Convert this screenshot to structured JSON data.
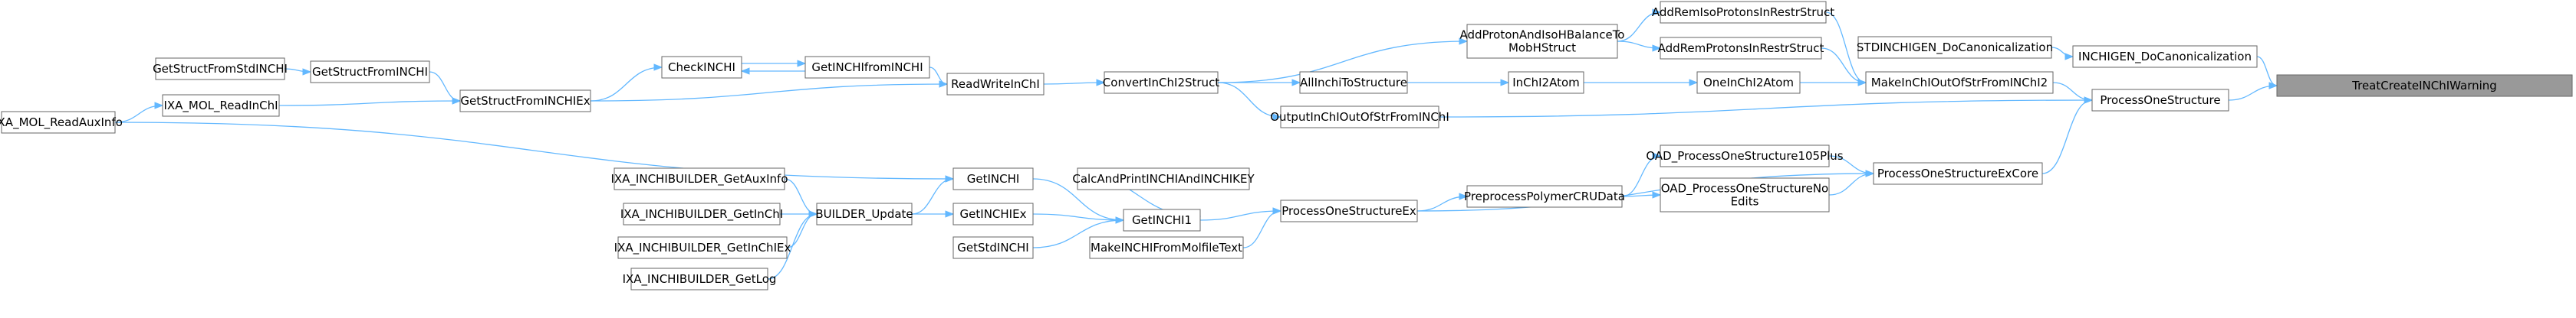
{
  "graph": {
    "kind": "call-graph",
    "colors": {
      "node_fill": "#ffffff",
      "node_border": "#666666",
      "highlight_fill": "#999999",
      "edge": "#63b8ff",
      "text": "#000000"
    },
    "nodes": [
      {
        "id": "TreatCreateINChIWarning",
        "label": "TreatCreateINChIWarning",
        "highlight": true
      },
      {
        "id": "INCHIGEN_DoCanonicalization",
        "label": "INCHIGEN_DoCanonicalization"
      },
      {
        "id": "STDINCHIGEN_DoCanonicalization",
        "label": "STDINCHIGEN_DoCanonicalization"
      },
      {
        "id": "ProcessOneStructure",
        "label": "ProcessOneStructure"
      },
      {
        "id": "MakeInChIOutOfStrFromINChI2",
        "label": "MakeInChIOutOfStrFromINChI2"
      },
      {
        "id": "ProcessOneStructureExCore",
        "label": "ProcessOneStructureExCore"
      },
      {
        "id": "AddRemIsoProtonsInRestrStruct",
        "label": "AddRemIsoProtonsInRestrStruct"
      },
      {
        "id": "AddRemProtonsInRestrStruct",
        "label": "AddRemProtonsInRestrStruct"
      },
      {
        "id": "OneInChI2Atom",
        "label": "OneInChI2Atom"
      },
      {
        "id": "OAD_ProcessOneStructure105Plus",
        "label": "OAD_ProcessOneStructure105Plus"
      },
      {
        "id": "OAD_ProcessOneStructureNoEdits",
        "label": "OAD_ProcessOneStructureNo\nEdits"
      },
      {
        "id": "AddProtonAndIsoHBalanceToMobHStruct",
        "label": "AddProtonAndIsoHBalanceTo\nMobHStruct"
      },
      {
        "id": "InChI2Atom",
        "label": "InChI2Atom"
      },
      {
        "id": "PreprocessPolymerCRUData",
        "label": "PreprocessPolymerCRUData"
      },
      {
        "id": "ProcessOneStructureEx",
        "label": "ProcessOneStructureEx"
      },
      {
        "id": "AllInchiToStructure",
        "label": "AllInchiToStructure"
      },
      {
        "id": "OutputInChIOutOfStrFromINChI",
        "label": "OutputInChIOutOfStrFromINChI"
      },
      {
        "id": "CalcAndPrintINCHIAndINCHIKEY",
        "label": "CalcAndPrintINCHIAndINCHIKEY"
      },
      {
        "id": "GetINCHI1",
        "label": "GetINCHI1"
      },
      {
        "id": "MakeINCHIFromMolfileText",
        "label": "MakeINCHIFromMolfileText"
      },
      {
        "id": "ConvertInChI2Struct",
        "label": "ConvertInChI2Struct"
      },
      {
        "id": "GetINCHI",
        "label": "GetINCHI"
      },
      {
        "id": "GetINCHIEx",
        "label": "GetINCHIEx"
      },
      {
        "id": "GetStdINCHI",
        "label": "GetStdINCHI"
      },
      {
        "id": "ReadWriteInChI",
        "label": "ReadWriteInChI"
      },
      {
        "id": "BUILDER_Update",
        "label": "BUILDER_Update"
      },
      {
        "id": "GetINCHIfromINCHI",
        "label": "GetINCHIfromINCHI"
      },
      {
        "id": "IXA_INCHIBUILDER_GetAuxInfo",
        "label": "IXA_INCHIBUILDER_GetAuxInfo"
      },
      {
        "id": "IXA_INCHIBUILDER_GetInChI",
        "label": "IXA_INCHIBUILDER_GetInChI"
      },
      {
        "id": "IXA_INCHIBUILDER_GetInChIEx",
        "label": "IXA_INCHIBUILDER_GetInChIEx"
      },
      {
        "id": "IXA_INCHIBUILDER_GetLog",
        "label": "IXA_INCHIBUILDER_GetLog"
      },
      {
        "id": "CheckINCHI",
        "label": "CheckINCHI"
      },
      {
        "id": "GetStructFromINCHIEx",
        "label": "GetStructFromINCHIEx"
      },
      {
        "id": "GetStructFromINCHI",
        "label": "GetStructFromINCHI"
      },
      {
        "id": "IXA_MOL_ReadInChI",
        "label": "IXA_MOL_ReadInChI"
      },
      {
        "id": "GetStructFromStdINCHI",
        "label": "GetStructFromStdINCHI"
      },
      {
        "id": "IXA_MOL_ReadAuxInfo",
        "label": "IXA_MOL_ReadAuxInfo"
      }
    ],
    "edges": [
      {
        "from": "INCHIGEN_DoCanonicalization",
        "to": "TreatCreateINChIWarning"
      },
      {
        "from": "ProcessOneStructure",
        "to": "TreatCreateINChIWarning"
      },
      {
        "from": "STDINCHIGEN_DoCanonicalization",
        "to": "INCHIGEN_DoCanonicalization"
      },
      {
        "from": "MakeInChIOutOfStrFromINChI2",
        "to": "ProcessOneStructure"
      },
      {
        "from": "ProcessOneStructureExCore",
        "to": "ProcessOneStructure"
      },
      {
        "from": "AddRemIsoProtonsInRestrStruct",
        "to": "MakeInChIOutOfStrFromINChI2"
      },
      {
        "from": "AddRemProtonsInRestrStruct",
        "to": "MakeInChIOutOfStrFromINChI2"
      },
      {
        "from": "OneInChI2Atom",
        "to": "MakeInChIOutOfStrFromINChI2"
      },
      {
        "from": "OAD_ProcessOneStructure105Plus",
        "to": "ProcessOneStructureExCore"
      },
      {
        "from": "OAD_ProcessOneStructureNoEdits",
        "to": "ProcessOneStructureExCore"
      },
      {
        "from": "ProcessOneStructureEx",
        "to": "ProcessOneStructureExCore"
      },
      {
        "from": "AddProtonAndIsoHBalanceToMobHStruct",
        "to": "AddRemIsoProtonsInRestrStruct"
      },
      {
        "from": "AddProtonAndIsoHBalanceToMobHStruct",
        "to": "AddRemProtonsInRestrStruct"
      },
      {
        "from": "InChI2Atom",
        "to": "OneInChI2Atom"
      },
      {
        "from": "PreprocessPolymerCRUData",
        "to": "OAD_ProcessOneStructure105Plus"
      },
      {
        "from": "PreprocessPolymerCRUData",
        "to": "OAD_ProcessOneStructureNoEdits"
      },
      {
        "from": "ProcessOneStructureEx",
        "to": "PreprocessPolymerCRUData"
      },
      {
        "from": "ConvertInChI2Struct",
        "to": "AddProtonAndIsoHBalanceToMobHStruct"
      },
      {
        "from": "AllInchiToStructure",
        "to": "InChI2Atom"
      },
      {
        "from": "ConvertInChI2Struct",
        "to": "AllInchiToStructure"
      },
      {
        "from": "OutputInChIOutOfStrFromINChI",
        "to": "ProcessOneStructure"
      },
      {
        "from": "ConvertInChI2Struct",
        "to": "OutputInChIOutOfStrFromINChI"
      },
      {
        "from": "CalcAndPrintINCHIAndINCHIKEY",
        "to": "GetINCHI1"
      },
      {
        "from": "GetINCHI1",
        "to": "ProcessOneStructureEx"
      },
      {
        "from": "MakeINCHIFromMolfileText",
        "to": "ProcessOneStructureEx"
      },
      {
        "from": "ReadWriteInChI",
        "to": "ConvertInChI2Struct"
      },
      {
        "from": "GetINCHI",
        "to": "GetINCHI1"
      },
      {
        "from": "GetINCHIEx",
        "to": "GetINCHI1"
      },
      {
        "from": "GetStdINCHI",
        "to": "GetINCHI1"
      },
      {
        "from": "BUILDER_Update",
        "to": "GetINCHI"
      },
      {
        "from": "BUILDER_Update",
        "to": "GetINCHIEx"
      },
      {
        "from": "GetINCHIfromINCHI",
        "to": "ReadWriteInChI"
      },
      {
        "from": "GetStructFromINCHIEx",
        "to": "ReadWriteInChI"
      },
      {
        "from": "IXA_INCHIBUILDER_GetAuxInfo",
        "to": "BUILDER_Update"
      },
      {
        "from": "IXA_INCHIBUILDER_GetInChI",
        "to": "BUILDER_Update"
      },
      {
        "from": "IXA_INCHIBUILDER_GetInChIEx",
        "to": "BUILDER_Update"
      },
      {
        "from": "IXA_INCHIBUILDER_GetLog",
        "to": "BUILDER_Update"
      },
      {
        "from": "CheckINCHI",
        "to": "GetINCHIfromINCHI"
      },
      {
        "from": "GetINCHIfromINCHI",
        "to": "CheckINCHI"
      },
      {
        "from": "GetStructFromINCHIEx",
        "to": "CheckINCHI"
      },
      {
        "from": "GetStructFromINCHI",
        "to": "GetStructFromINCHIEx"
      },
      {
        "from": "IXA_MOL_ReadInChI",
        "to": "GetStructFromINCHIEx"
      },
      {
        "from": "GetStructFromStdINCHI",
        "to": "GetStructFromINCHI"
      },
      {
        "from": "IXA_MOL_ReadAuxInfo",
        "to": "IXA_MOL_ReadInChI"
      },
      {
        "from": "IXA_MOL_ReadAuxInfo",
        "to": "GetINCHI"
      }
    ]
  }
}
